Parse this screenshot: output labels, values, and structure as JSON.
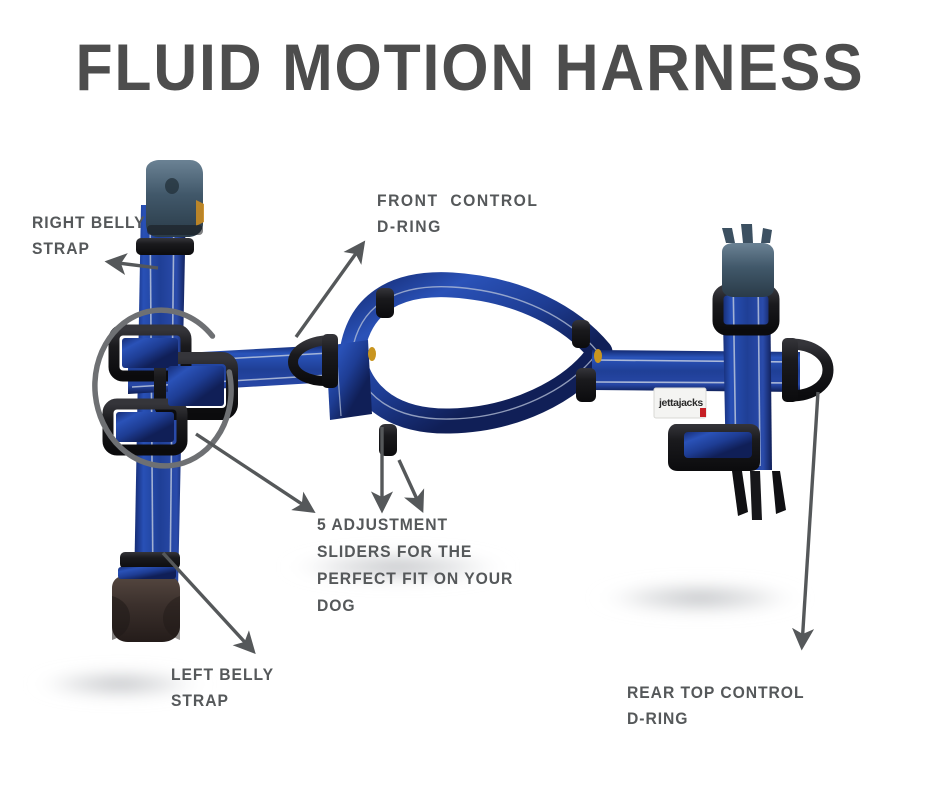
{
  "page": {
    "title": "FLUID MOTION HARNESS",
    "background_color": "#ffffff",
    "text_color": "#55585a",
    "title_color": "#4d4d4d"
  },
  "product": {
    "name": "Fluid Motion Harness",
    "brand_tag": "jettajacks",
    "webbing_color": "#1f3f96",
    "webbing_color_dark": "#14266b",
    "webbing_color_light": "#2f57bb",
    "hardware_color": "#1c1c1f",
    "buckle_slate_color": "#4a6070",
    "buckle_brown_color": "#3b302c",
    "stitch_color": "#cfd6e2"
  },
  "callouts": [
    {
      "id": "right-belly-strap",
      "lines": "RIGHT BELLY\nSTRAP",
      "arrow": "points-left-to-upper-left-strap"
    },
    {
      "id": "front-control-d-ring",
      "lines": "FRONT  CONTROL\nD-RING",
      "arrow": "points-up-right-from-front-d-ring"
    },
    {
      "id": "adjustment-sliders",
      "lines": "5 ADJUSTMENT\nSLIDERS FOR THE\nPERFECT FIT ON YOUR\nDOG",
      "arrow": "three-arrows-down-to-text"
    },
    {
      "id": "left-belly-strap",
      "lines": "LEFT BELLY\nSTRAP",
      "arrow": "points-down-right-from-bottom-left-buckle"
    },
    {
      "id": "rear-top-control-d-ring",
      "lines": "REAR TOP CONTROL\nD-RING",
      "arrow": "points-straight-down-from-rear-d-ring"
    }
  ],
  "annotations": {
    "circle": {
      "id": "slider-group-circle",
      "description": "hand-drawn gray ellipse around three adjustment sliders",
      "color": "#6e7073"
    },
    "arrow_color": "#55585a"
  }
}
